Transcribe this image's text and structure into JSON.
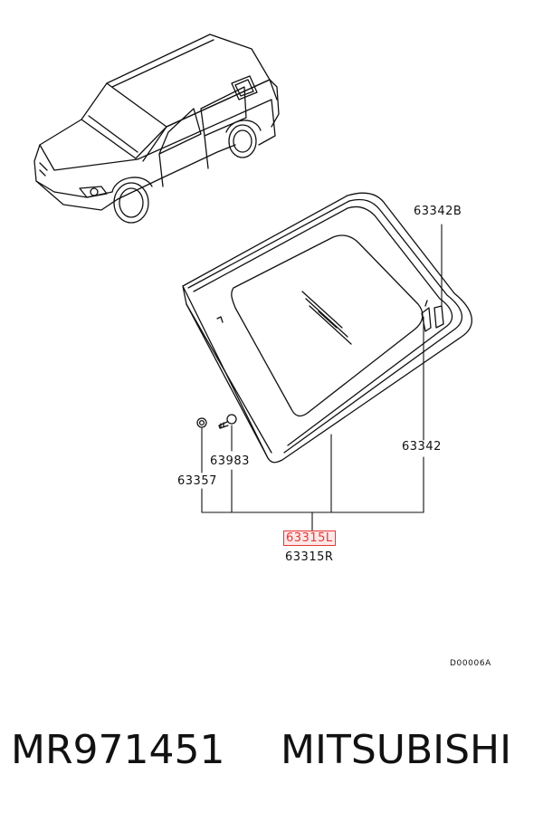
{
  "labels": {
    "part_63342b": "63342B",
    "part_63342": "63342",
    "part_63983": "63983",
    "part_63357": "63357",
    "part_63315l": "63315L",
    "part_63315r": "63315R",
    "diagram_code": "D00006A"
  },
  "highlight_color": "#e53935",
  "footer": {
    "part_number": "MR971451",
    "brand": "MITSUBISHI"
  }
}
